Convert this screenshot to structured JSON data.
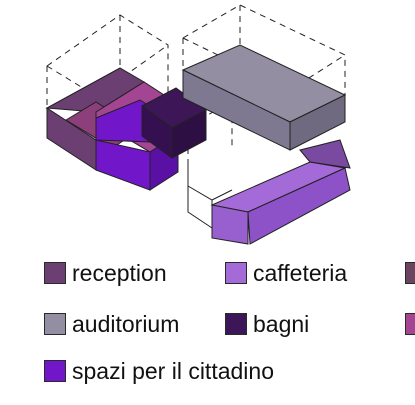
{
  "legend": [
    {
      "key": "reception",
      "label": "reception",
      "color": "#6b3f72"
    },
    {
      "key": "caffeteria",
      "label": "caffeteria",
      "color": "#a36ad8"
    },
    {
      "key": "extra1",
      "label": "",
      "color": "#6b4460"
    },
    {
      "key": "auditorium",
      "label": "auditorium",
      "color": "#938ea2"
    },
    {
      "key": "bagni",
      "label": "bagni",
      "color": "#3c1656"
    },
    {
      "key": "extra2",
      "label": "",
      "color": "#a44593"
    },
    {
      "key": "spazi",
      "label": "spazi per il cittadino",
      "color": "#7216c9"
    }
  ]
}
